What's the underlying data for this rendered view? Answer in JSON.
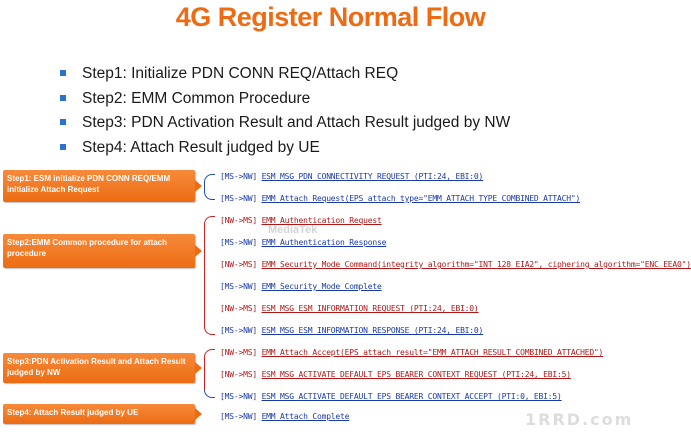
{
  "title": "4G Register Normal Flow",
  "steps": [
    "Step1:  Initialize PDN CONN REQ/Attach REQ",
    "Step2:  EMM Common Procedure",
    "Step3:  PDN Activation Result and Attach Result judged by NW",
    "Step4:  Attach Result judged by UE"
  ],
  "boxes": [
    "Step1: ESM initialize  PDN CONN REQ/EMM initialize Attach Request",
    "Step2:EMM Common  procedure for attach procedure",
    "Step3:PDN Activation Result and Attach Result judged by NW",
    "Step4: Attach Result judged by UE"
  ],
  "messages": [
    {
      "dir": "[MS->NW]",
      "text": "ESM_MSG_PDN_CONNECTIVITY_REQUEST (PTI:24, EBI:0)"
    },
    {
      "dir": "[MS->NW]",
      "text": "EMM_Attach_Request(EPS attach type=\"EMM_ATTACH_TYPE_COMBINED_ATTACH\")"
    },
    {
      "dir": "[NW->MS]",
      "text": "EMM_Authentication_Request"
    },
    {
      "dir": "[MS->NW]",
      "text": "EMM_Authentication_Response"
    },
    {
      "dir": "[NW->MS]",
      "text": "EMM_Security_Mode_Command(integrity algorithm=\"INT_128_EIA2\", ciphering algorithm=\"ENC_EEA0\")"
    },
    {
      "dir": "[MS->NW]",
      "text": "EMM_Security_Mode_Complete"
    },
    {
      "dir": "[NW->MS]",
      "text": "ESM_MSG_ESM_INFORMATION_REQUEST (PTI:24, EBI:0)"
    },
    {
      "dir": "[MS->NW]",
      "text": "ESM_MSG_ESM_INFORMATION_RESPONSE (PTI:24, EBI:0)"
    },
    {
      "dir": "[NW->MS]",
      "text": "EMM_Attach_Accept(EPS attach result=\"EMM_ATTACH_RESULT_COMBINED_ATTACHED\")"
    },
    {
      "dir": "[NW->MS]",
      "text": "ESM_MSG_ACTIVATE_DEFAULT_EPS_BEARER_CONTEXT_REQUEST (PTI:24, EBI:5)"
    },
    {
      "dir": "[MS->NW]",
      "text": "ESM_MSG_ACTIVATE_DEFAULT_EPS_BEARER_CONTEXT_ACCEPT (PTI:0, EBI:5)"
    },
    {
      "dir": "[MS->NW]",
      "text": "EMM_Attach_Complete"
    }
  ],
  "watermarks": {
    "mediatek": "MediaTek",
    "site": "1RRD.com"
  },
  "colors": {
    "title": "#ee6b14",
    "box": "#ec6c13",
    "bullet": "#2a73c8",
    "nw": "#b01818",
    "ms": "#1a3aa8"
  }
}
